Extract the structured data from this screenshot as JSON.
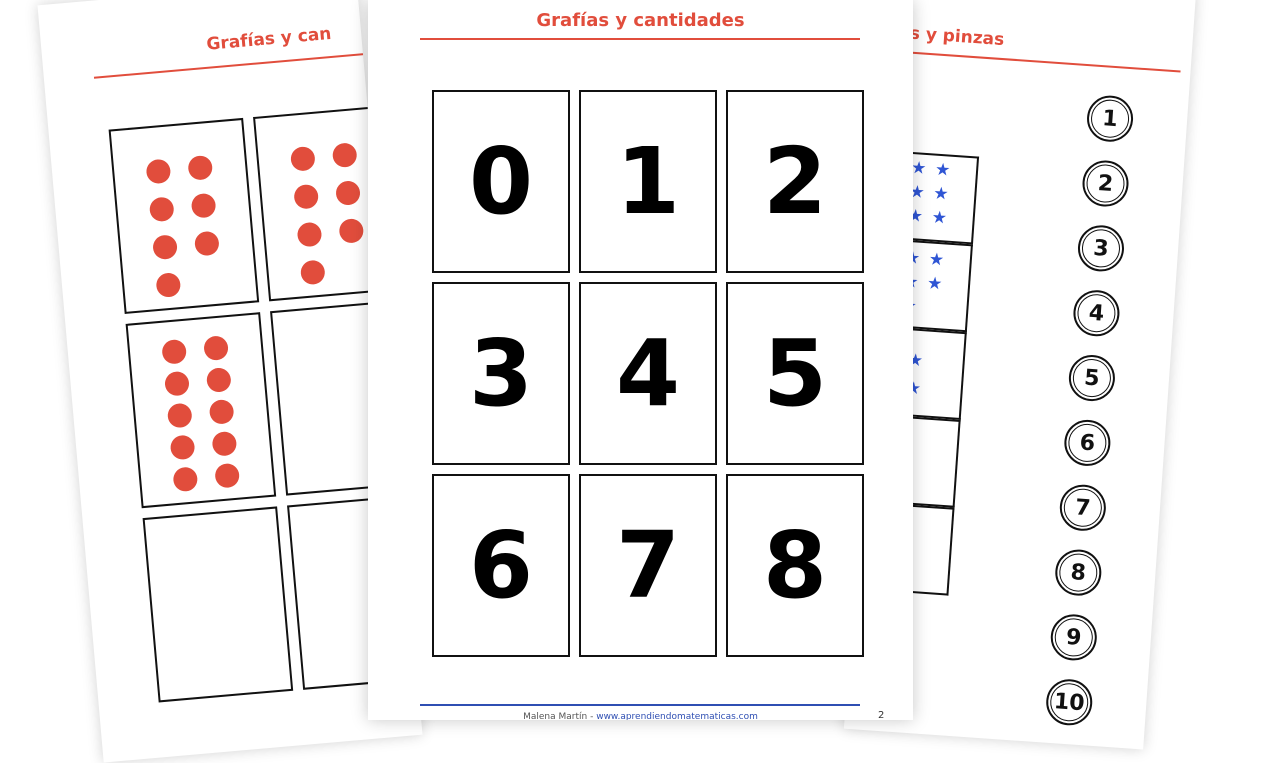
{
  "left_sheet": {
    "title": "Grafías y can",
    "dot_color": "#e14d3c"
  },
  "center_sheet": {
    "title": "Grafías y cantidades",
    "cards": [
      "0",
      "1",
      "2",
      "3",
      "4",
      "5",
      "6",
      "7",
      "8"
    ],
    "footer_author": "Malena Martín - ",
    "footer_link": "www.aprendiendomatematicas.com",
    "page_number": "2"
  },
  "right_sheet": {
    "title": "las y pinzas",
    "star_color": "#2f55d4",
    "numbers": [
      "1",
      "2",
      "3",
      "4",
      "5",
      "6",
      "7",
      "8",
      "9",
      "10"
    ]
  },
  "colors": {
    "accent_red": "#e14d3c",
    "footer_blue": "#2f4fb3"
  }
}
